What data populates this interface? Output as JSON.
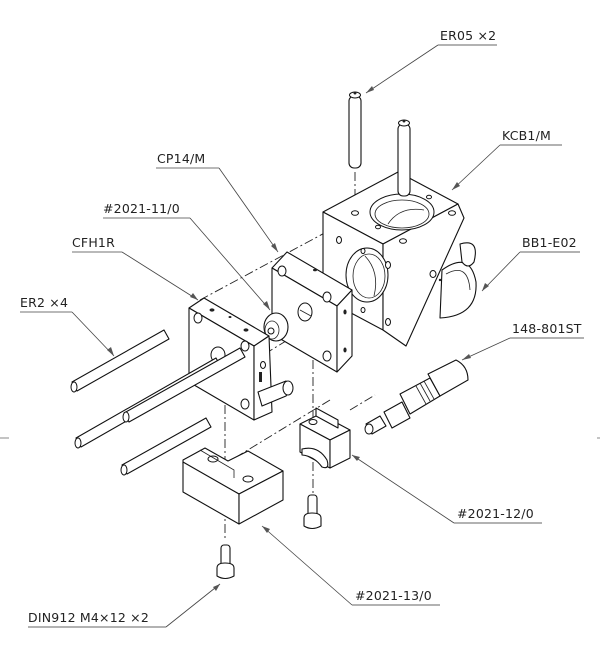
{
  "drawing": {
    "type": "exploded assembly drawing",
    "callouts": [
      {
        "id": "er05",
        "text": "ER05 ×2"
      },
      {
        "id": "kcb1m",
        "text": "KCB1/M"
      },
      {
        "id": "cp14m",
        "text": "CP14/M"
      },
      {
        "id": "n2021-11",
        "text": "#2021-11/0"
      },
      {
        "id": "cfh1r",
        "text": "CFH1R"
      },
      {
        "id": "bb1e02",
        "text": "BB1-E02"
      },
      {
        "id": "er2",
        "text": "ER2 ×4"
      },
      {
        "id": "n148",
        "text": "148-801ST"
      },
      {
        "id": "n2021-12",
        "text": "#2021-12/0"
      },
      {
        "id": "n2021-13",
        "text": "#2021-13/0"
      },
      {
        "id": "din912",
        "text": "DIN912 M4×12  ×2"
      }
    ]
  }
}
